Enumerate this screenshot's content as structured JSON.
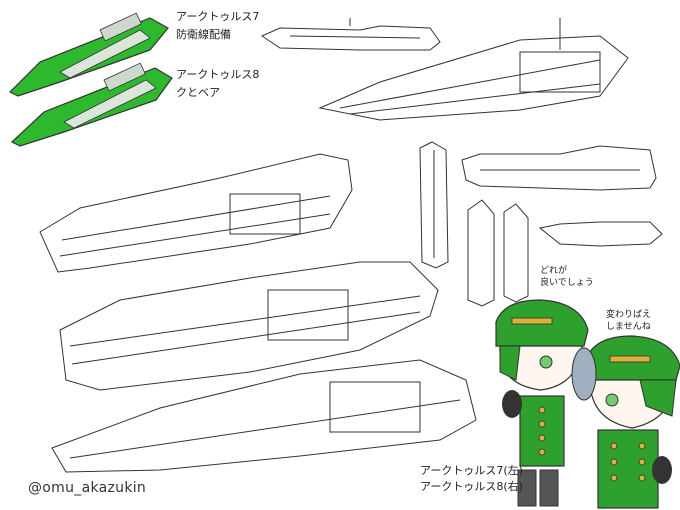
{
  "labels": {
    "ship7_name": "アークトゥルス7",
    "ship7_role": "防衛線配備",
    "ship8_name": "アークトゥルス8",
    "ship8_role": "クとベア",
    "speech_left_1": "どれが",
    "speech_left_2": "良いでしょう",
    "speech_right_1": "変わりばえ",
    "speech_right_2": "しませんね",
    "caption_1": "アークトゥルス7(左)",
    "caption_2": "アークトゥルス8(右)",
    "handle": "@omu_akazukin"
  },
  "colors": {
    "ship_green": "#2db82d",
    "char_green": "#2ea02e",
    "char_green_dark": "#1f7a1f",
    "badge_gold": "#d9b13b",
    "line": "#333333"
  }
}
